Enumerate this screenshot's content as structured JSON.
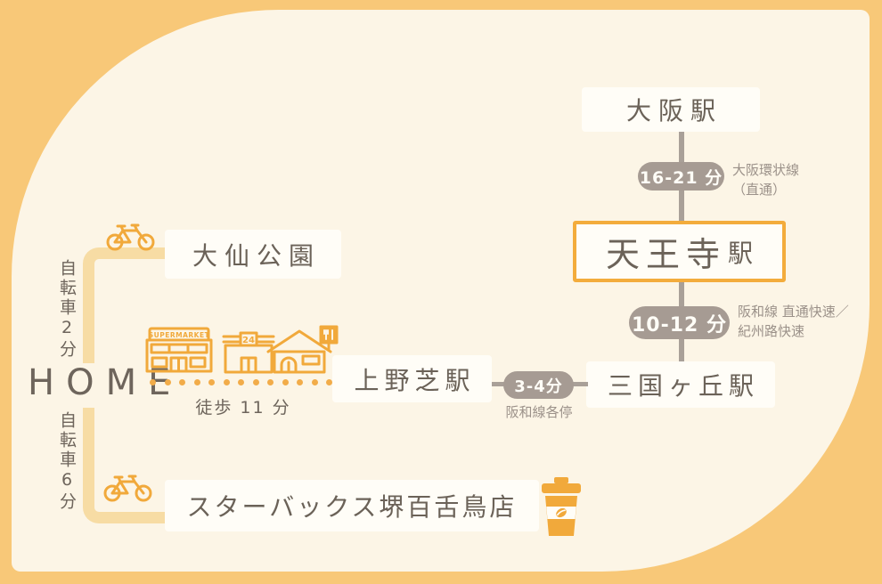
{
  "colors": {
    "background": "#f8c878",
    "panel": "#fcf5e6",
    "card": "#fffdf7",
    "accent_orange": "#f1a93b",
    "bike_path": "#f7dca4",
    "rail_gray": "#a9a098",
    "badge_bg": "#a69b93",
    "text_primary": "#6b6258",
    "text_secondary": "#9b9189"
  },
  "home": {
    "label": "HOME",
    "walk_duration": "徒歩 11 分"
  },
  "stations": {
    "osaka": {
      "name": "大阪駅"
    },
    "tennoji": {
      "name": "天王寺",
      "suffix": "駅"
    },
    "mikunigaoka": {
      "name": "三国ヶ丘駅"
    },
    "uenoshiba": {
      "name": "上野芝駅"
    }
  },
  "rail_segments": [
    {
      "duration": "16-21 分",
      "line": "大阪環状線",
      "note": "（直通）"
    },
    {
      "duration": "10-12 分",
      "line": "阪和線 直通快速／",
      "note": "紀州路快速"
    },
    {
      "duration": "3-4分",
      "line": "阪和線各停",
      "note": ""
    }
  ],
  "bike_routes": [
    {
      "duration": "自転車2分",
      "destination": "大仙公園"
    },
    {
      "duration": "自転車6分",
      "destination": "スターバックス堺百舌鳥店"
    }
  ],
  "icon_text": {
    "supermarket_sign": "SUPERMARKET",
    "store_sign": "24"
  }
}
